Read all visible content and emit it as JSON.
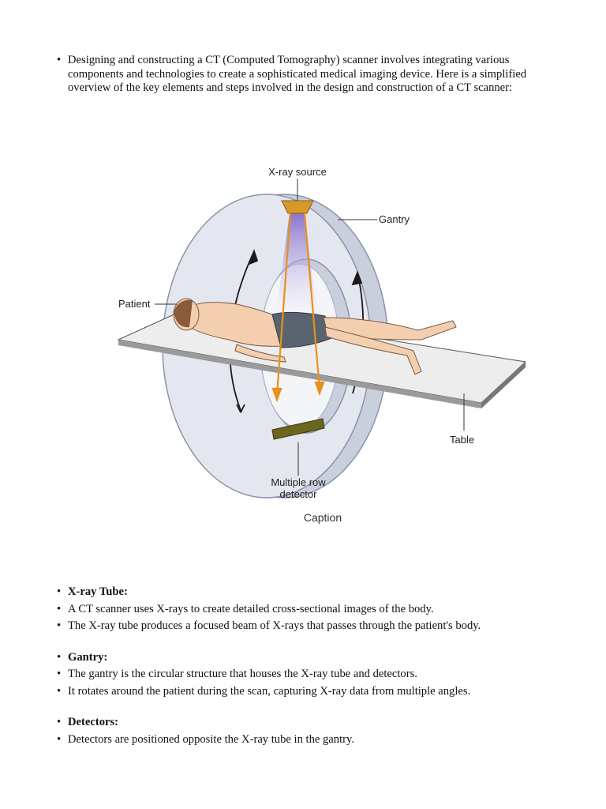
{
  "intro": "Designing and constructing a CT (Computed Tomography) scanner involves integrating various components and technologies to create a sophisticated medical imaging device. Here is a simplified overview of the key elements and steps involved in the design and construction of a CT scanner:",
  "figure": {
    "label_xray_source": "X-ray source",
    "label_gantry": "Gantry",
    "label_patient": "Patient",
    "label_table": "Table",
    "label_detector_1": "Multiple row",
    "label_detector_2": "detector",
    "caption": "Caption"
  },
  "sections": {
    "xray_tube": {
      "heading": "X-ray Tube:",
      "p1": "A CT scanner uses X-rays to create detailed cross-sectional images of the body.",
      "p2": "The X-ray tube produces a focused beam of X-rays that passes through the patient's body."
    },
    "gantry": {
      "heading": "Gantry:",
      "p1": "The gantry is the circular structure that houses the X-ray tube and detectors.",
      "p2": "It rotates around the patient during the scan, capturing X-ray data from multiple angles."
    },
    "detectors": {
      "heading": "Detectors:",
      "p1": "Detectors are positioned opposite the X-ray tube in the gantry."
    }
  },
  "colors": {
    "gantry_fill": "#d9dde8",
    "beam": "#9b86d8",
    "arrow": "#e8901c",
    "detector": "#6b6520",
    "table": "#ececec",
    "skin": "#f3cfb0",
    "shorts": "#5a6470"
  }
}
